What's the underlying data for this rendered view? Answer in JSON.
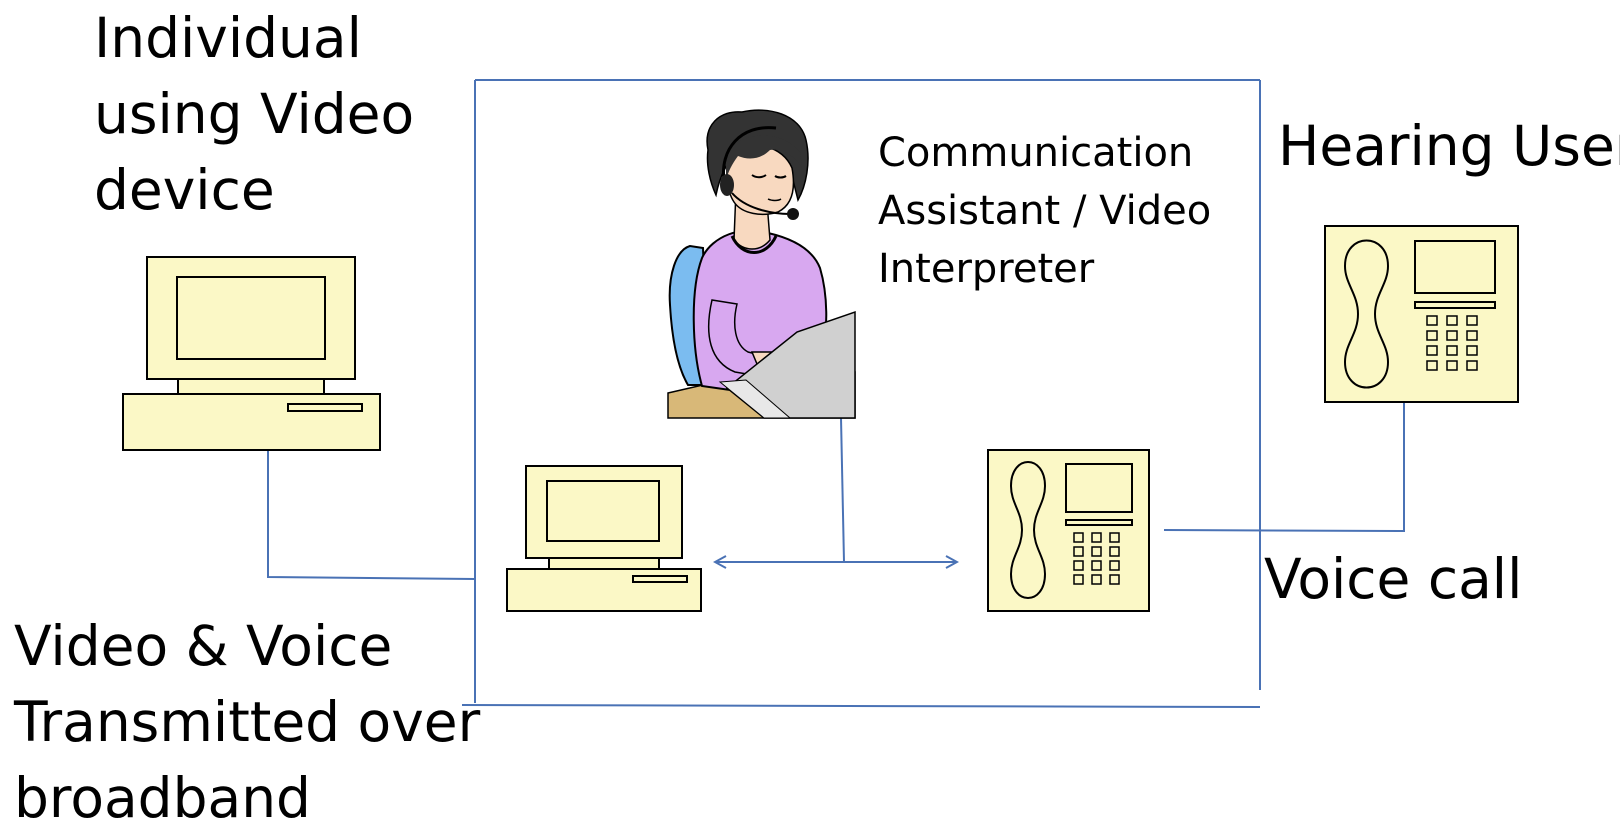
{
  "labels": {
    "individual": [
      "Individual",
      "using  Video",
      "device"
    ],
    "hearing_user": "Hearing User",
    "ca": [
      "Communication",
      "Assistant /  Video",
      "Interpreter"
    ],
    "voice_call": "Voice call",
    "video_voice": [
      "Video  & Voice",
      "Transmitted over",
      "broadband"
    ]
  },
  "colors": {
    "device_fill": "#fbf8c6",
    "line": "#4a72b5",
    "shirt": "#d8a8f0",
    "skin": "#f8d9c0",
    "desk": "#d8b878",
    "laptop": "#d0d0d0",
    "chair": "#7bbcf0"
  }
}
